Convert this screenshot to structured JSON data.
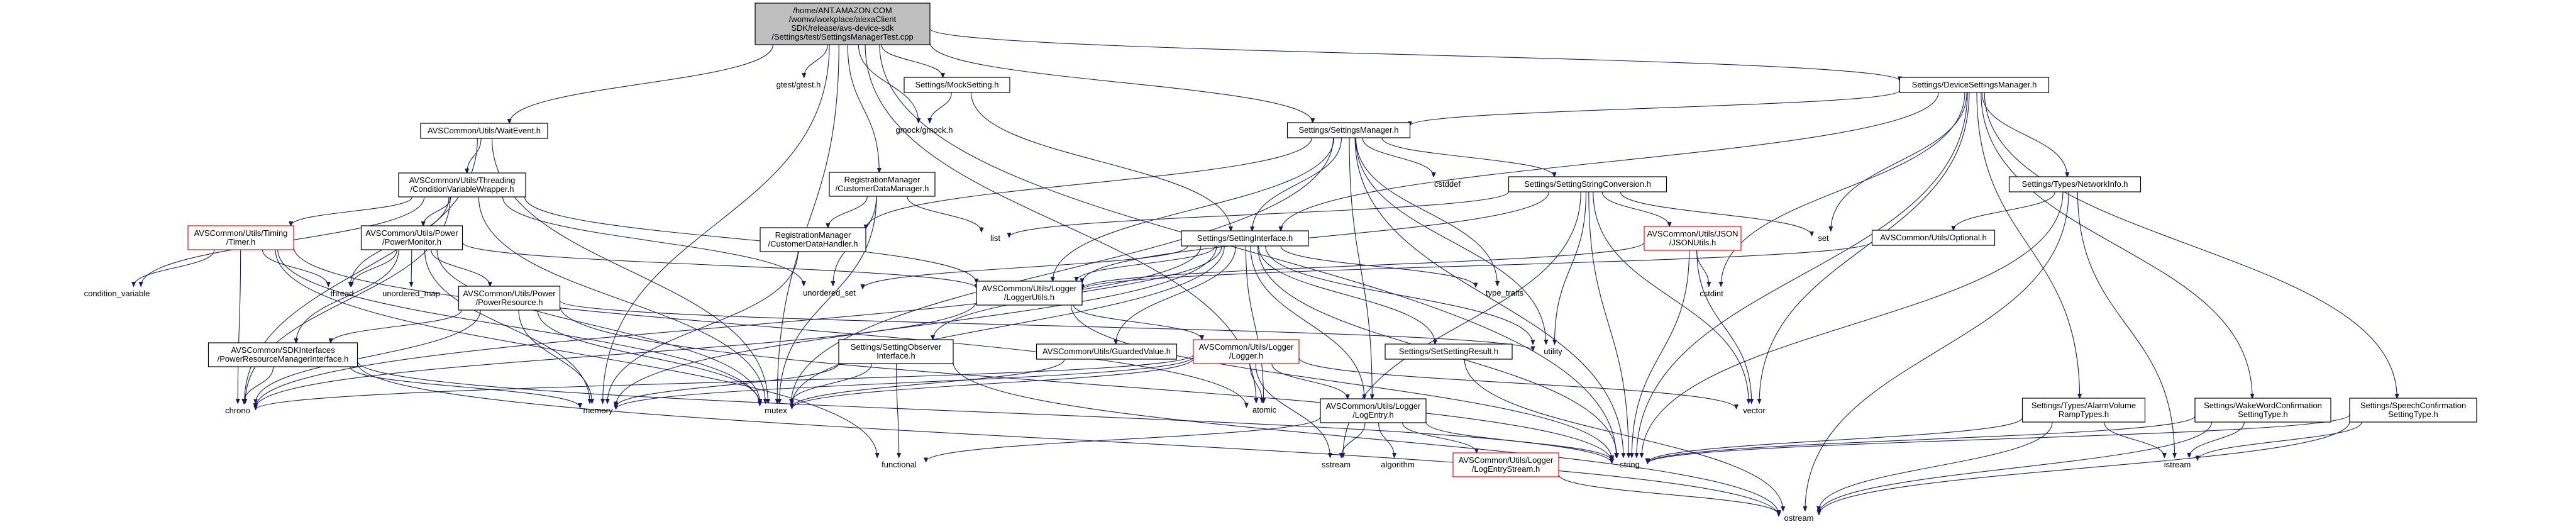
{
  "graph": {
    "nodes": [
      {
        "id": "root",
        "lines": [
          "/home/ANT.AMAZON.COM",
          "/womw/workplace/alexaClient",
          "SDK/release/avs-device-sdk",
          "/Settings/test/SettingsManagerTest.cpp"
        ],
        "style": "root"
      },
      {
        "id": "waitevent",
        "lines": [
          "AVSCommon/Utils/WaitEvent.h"
        ]
      },
      {
        "id": "gtest",
        "lines": [
          "gtest/gtest.h"
        ],
        "style": "plain"
      },
      {
        "id": "mocksetting",
        "lines": [
          "Settings/MockSetting.h"
        ]
      },
      {
        "id": "gmock",
        "lines": [
          "gmock/gmock.h"
        ],
        "style": "plain"
      },
      {
        "id": "settingsmanager",
        "lines": [
          "Settings/SettingsManager.h"
        ]
      },
      {
        "id": "devicesettingsmanager",
        "lines": [
          "Settings/DeviceSettingsManager.h"
        ]
      },
      {
        "id": "condvarwrapper",
        "lines": [
          "AVSCommon/Utils/Threading",
          "/ConditionVariableWrapper.h"
        ]
      },
      {
        "id": "timer",
        "lines": [
          "AVSCommon/Utils/Timing",
          "/Timer.h"
        ],
        "style": "red"
      },
      {
        "id": "condition_variable",
        "lines": [
          "condition_variable"
        ],
        "style": "plain"
      },
      {
        "id": "powermonitor",
        "lines": [
          "AVSCommon/Utils/Power",
          "/PowerMonitor.h"
        ]
      },
      {
        "id": "thread",
        "lines": [
          "thread"
        ],
        "style": "plain"
      },
      {
        "id": "unordered_map",
        "lines": [
          "unordered_map"
        ],
        "style": "plain"
      },
      {
        "id": "powerresource",
        "lines": [
          "AVSCommon/Utils/Power",
          "/PowerResource.h"
        ]
      },
      {
        "id": "powerresourcemanager",
        "lines": [
          "AVSCommon/SDKInterfaces",
          "/PowerResourceManagerInterface.h"
        ]
      },
      {
        "id": "chrono",
        "lines": [
          "chrono"
        ],
        "style": "plain"
      },
      {
        "id": "memory",
        "lines": [
          "memory"
        ],
        "style": "plain"
      },
      {
        "id": "mutex",
        "lines": [
          "mutex"
        ],
        "style": "plain"
      },
      {
        "id": "customerdatamanager",
        "lines": [
          "RegistrationManager",
          "/CustomerDataManager.h"
        ]
      },
      {
        "id": "customerdatahandler",
        "lines": [
          "RegistrationManager",
          "/CustomerDataHandler.h"
        ]
      },
      {
        "id": "list",
        "lines": [
          "list"
        ],
        "style": "plain"
      },
      {
        "id": "unordered_set",
        "lines": [
          "unordered_set"
        ],
        "style": "plain"
      },
      {
        "id": "settinginterface",
        "lines": [
          "Settings/SettingInterface.h"
        ]
      },
      {
        "id": "cstddef",
        "lines": [
          "cstddef"
        ],
        "style": "plain"
      },
      {
        "id": "settingstringconversion",
        "lines": [
          "Settings/SettingStringConversion.h"
        ]
      },
      {
        "id": "jsonutils",
        "lines": [
          "AVSCommon/Utils/JSON",
          "/JSONUtils.h"
        ],
        "style": "red"
      },
      {
        "id": "set",
        "lines": [
          "set"
        ],
        "style": "plain"
      },
      {
        "id": "networkinfo",
        "lines": [
          "Settings/Types/NetworkInfo.h"
        ]
      },
      {
        "id": "optional",
        "lines": [
          "AVSCommon/Utils/Optional.h"
        ]
      },
      {
        "id": "loggerutils",
        "lines": [
          "AVSCommon/Utils/Logger",
          "/LoggerUtils.h"
        ]
      },
      {
        "id": "type_traits",
        "lines": [
          "type_traits"
        ],
        "style": "plain"
      },
      {
        "id": "cstdint",
        "lines": [
          "cstdint"
        ],
        "style": "plain"
      },
      {
        "id": "settingobserver",
        "lines": [
          "Settings/SettingObserver",
          "Interface.h"
        ]
      },
      {
        "id": "guardedvalue",
        "lines": [
          "AVSCommon/Utils/GuardedValue.h"
        ]
      },
      {
        "id": "logger",
        "lines": [
          "AVSCommon/Utils/Logger",
          "/Logger.h"
        ],
        "style": "red"
      },
      {
        "id": "setsettingresult",
        "lines": [
          "Settings/SetSettingResult.h"
        ]
      },
      {
        "id": "utility",
        "lines": [
          "utility"
        ],
        "style": "plain"
      },
      {
        "id": "vector",
        "lines": [
          "vector"
        ],
        "style": "plain"
      },
      {
        "id": "atomic",
        "lines": [
          "atomic"
        ],
        "style": "plain"
      },
      {
        "id": "logentry",
        "lines": [
          "AVSCommon/Utils/Logger",
          "/LogEntry.h"
        ]
      },
      {
        "id": "functional",
        "lines": [
          "functional"
        ],
        "style": "plain"
      },
      {
        "id": "sstream",
        "lines": [
          "sstream"
        ],
        "style": "plain"
      },
      {
        "id": "algorithm",
        "lines": [
          "algorithm"
        ],
        "style": "plain"
      },
      {
        "id": "logentrystream",
        "lines": [
          "AVSCommon/Utils/Logger",
          "/LogEntryStream.h"
        ],
        "style": "red"
      },
      {
        "id": "string",
        "lines": [
          "string"
        ],
        "style": "plain"
      },
      {
        "id": "ostream",
        "lines": [
          "ostream"
        ],
        "style": "plain"
      },
      {
        "id": "istream",
        "lines": [
          "istream"
        ],
        "style": "plain"
      },
      {
        "id": "alarmvolume",
        "lines": [
          "Settings/Types/AlarmVolume",
          "RampTypes.h"
        ]
      },
      {
        "id": "wakeword",
        "lines": [
          "Settings/WakeWordConfirmation",
          "SettingType.h"
        ]
      },
      {
        "id": "speechconfirmation",
        "lines": [
          "Settings/SpeechConfirmation",
          "SettingType.h"
        ]
      }
    ],
    "edges": [
      [
        "root",
        "waitevent"
      ],
      [
        "root",
        "gtest"
      ],
      [
        "root",
        "mocksetting"
      ],
      [
        "root",
        "gmock"
      ],
      [
        "root",
        "settingsmanager"
      ],
      [
        "root",
        "devicesettingsmanager"
      ],
      [
        "root",
        "memory"
      ],
      [
        "root",
        "mutex"
      ],
      [
        "root",
        "string"
      ],
      [
        "root",
        "customerdatamanager"
      ],
      [
        "root",
        "atomic"
      ],
      [
        "mocksetting",
        "gmock"
      ],
      [
        "mocksetting",
        "settinginterface"
      ],
      [
        "waitevent",
        "condvarwrapper"
      ],
      [
        "waitevent",
        "chrono"
      ],
      [
        "waitevent",
        "mutex"
      ],
      [
        "condvarwrapper",
        "timer"
      ],
      [
        "condvarwrapper",
        "condition_variable"
      ],
      [
        "condvarwrapper",
        "powermonitor"
      ],
      [
        "condvarwrapper",
        "thread"
      ],
      [
        "condvarwrapper",
        "chrono"
      ],
      [
        "condvarwrapper",
        "mutex"
      ],
      [
        "condvarwrapper",
        "loggerutils"
      ],
      [
        "condvarwrapper",
        "unordered_set"
      ],
      [
        "timer",
        "condition_variable"
      ],
      [
        "timer",
        "thread"
      ],
      [
        "timer",
        "chrono"
      ],
      [
        "timer",
        "functional"
      ],
      [
        "timer",
        "mutex"
      ],
      [
        "timer",
        "atomic"
      ],
      [
        "powermonitor",
        "thread"
      ],
      [
        "powermonitor",
        "unordered_map"
      ],
      [
        "powermonitor",
        "powerresource"
      ],
      [
        "powermonitor",
        "powerresourcemanager"
      ],
      [
        "powermonitor",
        "memory"
      ],
      [
        "powermonitor",
        "mutex"
      ],
      [
        "powermonitor",
        "loggerutils"
      ],
      [
        "powerresource",
        "powerresourcemanager"
      ],
      [
        "powerresource",
        "chrono"
      ],
      [
        "powerresource",
        "memory"
      ],
      [
        "powerresource",
        "mutex"
      ],
      [
        "powerresource",
        "string"
      ],
      [
        "powerresource",
        "utility"
      ],
      [
        "powerresourcemanager",
        "chrono"
      ],
      [
        "powerresourcemanager",
        "memory"
      ],
      [
        "powerresourcemanager",
        "string"
      ],
      [
        "powerresourcemanager",
        "ostream"
      ],
      [
        "customerdatamanager",
        "customerdatahandler"
      ],
      [
        "customerdatamanager",
        "list"
      ],
      [
        "customerdatamanager",
        "mutex"
      ],
      [
        "customerdatamanager",
        "unordered_set"
      ],
      [
        "customerdatahandler",
        "memory"
      ],
      [
        "settingsmanager",
        "customerdatahandler"
      ],
      [
        "settingsmanager",
        "settinginterface"
      ],
      [
        "settingsmanager",
        "cstddef"
      ],
      [
        "settingsmanager",
        "settingstringconversion"
      ],
      [
        "settingsmanager",
        "loggerutils"
      ],
      [
        "settingsmanager",
        "type_traits"
      ],
      [
        "settingsmanager",
        "utility"
      ],
      [
        "settingsmanager",
        "mutex"
      ],
      [
        "settingsmanager",
        "string"
      ],
      [
        "settingsmanager",
        "logentry"
      ],
      [
        "devicesettingsmanager",
        "settingsmanager"
      ],
      [
        "devicesettingsmanager",
        "settinginterface"
      ],
      [
        "devicesettingsmanager",
        "networkinfo"
      ],
      [
        "devicesettingsmanager",
        "set"
      ],
      [
        "devicesettingsmanager",
        "cstdint"
      ],
      [
        "devicesettingsmanager",
        "vector"
      ],
      [
        "devicesettingsmanager",
        "string"
      ],
      [
        "devicesettingsmanager",
        "alarmvolume"
      ],
      [
        "devicesettingsmanager",
        "wakeword"
      ],
      [
        "devicesettingsmanager",
        "speechconfirmation"
      ],
      [
        "settingstringconversion",
        "list"
      ],
      [
        "settingstringconversion",
        "jsonutils"
      ],
      [
        "settingstringconversion",
        "set"
      ],
      [
        "settingstringconversion",
        "utility"
      ],
      [
        "settingstringconversion",
        "string"
      ],
      [
        "settingstringconversion",
        "vector"
      ],
      [
        "settingstringconversion",
        "loggerutils"
      ],
      [
        "settingstringconversion",
        "sstream"
      ],
      [
        "jsonutils",
        "loggerutils"
      ],
      [
        "jsonutils",
        "cstdint"
      ],
      [
        "jsonutils",
        "string"
      ],
      [
        "jsonutils",
        "vector"
      ],
      [
        "networkinfo",
        "optional"
      ],
      [
        "networkinfo",
        "string"
      ],
      [
        "networkinfo",
        "ostream"
      ],
      [
        "networkinfo",
        "istream"
      ],
      [
        "optional",
        "loggerutils"
      ],
      [
        "settinginterface",
        "settingobserver"
      ],
      [
        "settinginterface",
        "guardedvalue"
      ],
      [
        "settinginterface",
        "setsettingresult"
      ],
      [
        "settinginterface",
        "logentry"
      ],
      [
        "settinginterface",
        "loggerutils"
      ],
      [
        "settinginterface",
        "unordered_set"
      ],
      [
        "settinginterface",
        "type_traits"
      ],
      [
        "settinginterface",
        "utility"
      ],
      [
        "settinginterface",
        "atomic"
      ],
      [
        "settinginterface",
        "memory"
      ],
      [
        "settinginterface",
        "mutex"
      ],
      [
        "settinginterface",
        "string"
      ],
      [
        "settinginterface",
        "chrono"
      ],
      [
        "loggerutils",
        "logger"
      ],
      [
        "loggerutils",
        "chrono"
      ],
      [
        "loggerutils",
        "string"
      ],
      [
        "settingobserver",
        "functional"
      ],
      [
        "settingobserver",
        "memory"
      ],
      [
        "settingobserver",
        "mutex"
      ],
      [
        "settingobserver",
        "ostream"
      ],
      [
        "guardedvalue",
        "mutex"
      ],
      [
        "logger",
        "logentry"
      ],
      [
        "logger",
        "atomic"
      ],
      [
        "logger",
        "chrono"
      ],
      [
        "logger",
        "mutex"
      ],
      [
        "logger",
        "sstream"
      ],
      [
        "logger",
        "vector"
      ],
      [
        "logger",
        "memory"
      ],
      [
        "logentry",
        "logentrystream"
      ],
      [
        "logentry",
        "sstream"
      ],
      [
        "logentry",
        "algorithm"
      ],
      [
        "logentry",
        "string"
      ],
      [
        "logentry",
        "functional"
      ],
      [
        "logentrystream",
        "ostream"
      ],
      [
        "setsettingresult",
        "ostream"
      ],
      [
        "alarmvolume",
        "string"
      ],
      [
        "alarmvolume",
        "ostream"
      ],
      [
        "alarmvolume",
        "istream"
      ],
      [
        "wakeword",
        "string"
      ],
      [
        "wakeword",
        "ostream"
      ],
      [
        "wakeword",
        "istream"
      ],
      [
        "speechconfirmation",
        "string"
      ],
      [
        "speechconfirmation",
        "ostream"
      ],
      [
        "speechconfirmation",
        "istream"
      ]
    ]
  }
}
